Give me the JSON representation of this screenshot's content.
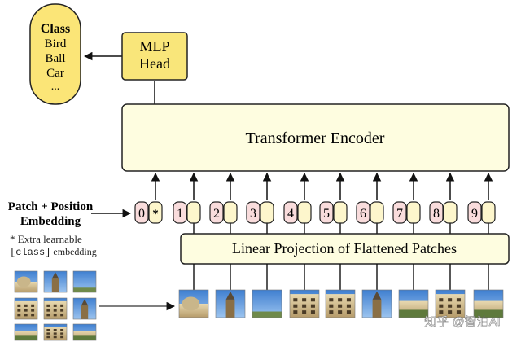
{
  "class_box": {
    "title": "Class",
    "items": [
      "Bird",
      "Ball",
      "Car",
      "..."
    ]
  },
  "mlp_head": {
    "line1": "MLP",
    "line2": "Head"
  },
  "transformer_encoder": {
    "label": "Transformer Encoder"
  },
  "linear_projection": {
    "label": "Linear Projection of Flattened Patches"
  },
  "patch_embedding": {
    "line1": "Patch + Position",
    "line2": "Embedding"
  },
  "extra_note": {
    "line1": "* Extra learnable",
    "line2_code": "[class]",
    "line2_rest": " embedding"
  },
  "tokens": {
    "class_index": "0",
    "class_marker": "*",
    "patch_indices": [
      "1",
      "2",
      "3",
      "4",
      "5",
      "6",
      "7",
      "8",
      "9"
    ]
  },
  "watermark": {
    "text": "知乎 @智泊AI"
  },
  "colors": {
    "box_fill": "#fefde0",
    "class_fill": "#fbe577",
    "mlp_fill": "#f9e67a",
    "position_fill": "#f9dcdc",
    "token_fill": "#fdf6cc",
    "stroke": "#222222",
    "note_text": "#222222"
  }
}
